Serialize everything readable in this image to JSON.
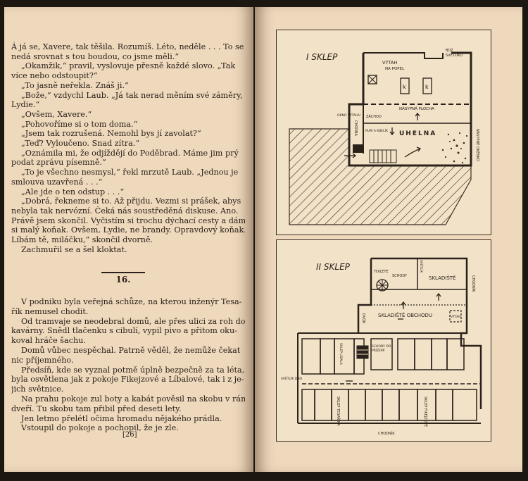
{
  "left_page": {
    "lines": [
      "Á já se, Xavere, tak těšila. Rozumíš. Léto, neděle . . . To se",
      "nedá srovnat s tou boudou, co jsme měli.“",
      "„Okamžik,“ pravil, vyslovuje přesně každé slovo. „Tak",
      "více nebo odstoupit?“",
      "„To jasně neřekla. Znáš ji.“",
      "„Bože,“ vzdychl Laub. „Já tak nerad měním své záměry,",
      "Lydie.“",
      "„Ovšem, Xavere.“",
      "„Pohovoříme si o tom doma.“",
      "„Jsem tak rozrušená. Nemohl bys jí zavolat?“",
      "„Teď? Vyloučeno. Snad zítra.“",
      "„Oznámila mi, že odjíždějí do Poděbrad. Máme jim prý",
      "podat zprávu písemně.“",
      "„To je všechno nesmysl,“ řekl mrzutě Laub. „Jednou je",
      "smlouva uzavřená . . .“",
      "„Ale jde o ten odstup . . .“",
      "„Dobrá, řekneme si to. Až přijdu. Vezmi si prášek, abys",
      "nebyla tak nervózní. Čeká nás soustředěná diskuse. Ano.",
      "Právě jsem skončil. Vyčistím si trochu dýchací cesty a dám",
      "si malý koňak. Ovšem, Lydie, ne brandy. Opravdový koňak.",
      "Líbám tě, miláčku,“ skončil dvorně.",
      "Zachmuřil se a šel kloktat."
    ],
    "chapter": "16.",
    "lines2": [
      "V podniku byla veřejná schůze, na kterou inženýr Tesa-",
      "řík nemusel chodit.",
      "Od tramvaje se neodebral domů, ale přes ulici za roh do",
      "kavárny. Snědl tlačenku s cibulí, vypil pivo a přitom oku-",
      "koval hráče šachu.",
      "Domů vůbec nespěchal. Patrně věděl, že nemůže čekat",
      "nic příjemného.",
      "Předsíň, kde se vyznal potmě úplně bezpečně za ta léta,",
      "byla osvětlena jak z pokoje Fikejzové a Líbalové, tak i z je-",
      "jich světnice.",
      "Na prahu pokoje zul boty a kabát pověsil na skobu v rámu",
      "dveří. Tu skobu tam přibil před deseti lety.",
      "Jen letmo přelétl očima hromadu nějakého prádla.",
      "Vstoupil do pokoje a pochopil, že je zle."
    ],
    "page_number": "[26]"
  },
  "plan1": {
    "title": "I SKLEP",
    "vytah": "VÝTAH",
    "na_popel": "NA POPEL",
    "boz": "BOZ",
    "svetliku": "SVĚTLÍKU",
    "k": "k",
    "nasypna_plocha": "NÁSYPNÁ PLOCHA",
    "uhelna": "UHELNA",
    "nasypne_okenko": "NÁSYPNÉ OKÉNKO",
    "okno_vytahu": "OKNO VÝTAHU",
    "zachod": "ZÁCHOD",
    "rum_a_kbelik": "RUM A KBELÍK",
    "chodba": "CHODBA"
  },
  "plan2": {
    "title": "II SKLEP",
    "toilete": "TOILETE",
    "schody": "SCHODY",
    "svetlik": "SVĚTLÍK",
    "skladiste": "SKLADIŠTĚ",
    "skladiste_obchodu": "SKLADIŠTĚ OBCHODU",
    "chodnik": "CHODNÍK",
    "vytah": "VÝTAH",
    "dvur": "DVŮR",
    "sklep_la": "SKLEP LÍBALA",
    "schody_do": "SCHODY DO",
    "prizemi": "PŘÍZEMÍ",
    "svetlik_dno": "SVĚTLÍK DNO",
    "sklep_tesarika": "SKLEP TESAŘÍKA",
    "sklep_fikejzove": "SKLEP FIKEJZOVÉ",
    "chodnik_bottom": "CHODNÍK"
  }
}
